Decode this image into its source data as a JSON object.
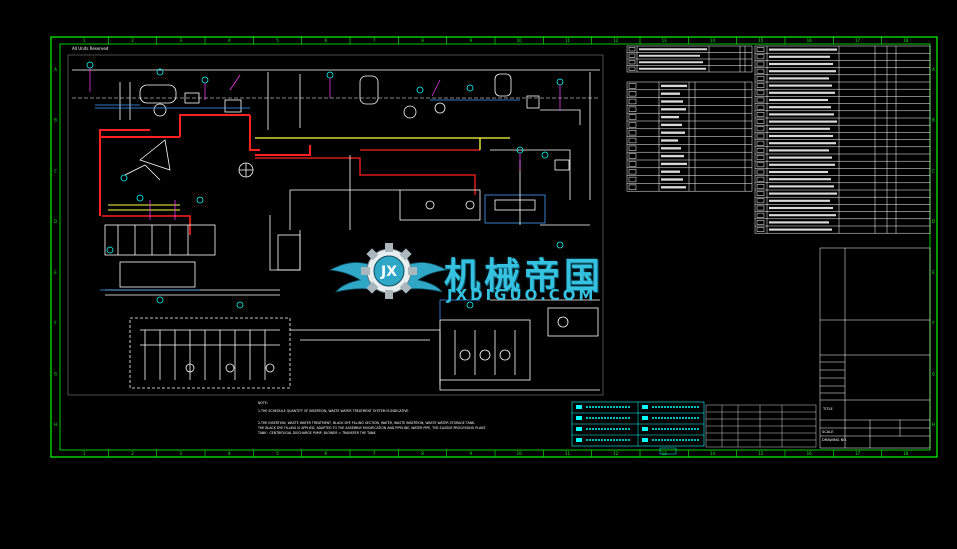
{
  "drawing": {
    "stamp_top_left": "All Units Reserved",
    "frame_color": "#00ff00",
    "pipe_colors": {
      "main": "#ffffff",
      "hot": "#ff2020",
      "warm": "#ffff40",
      "instrument": "#00ffff",
      "signal": "#ff40ff",
      "aux": "#40a0ff"
    },
    "column_numbers": [
      "1",
      "2",
      "3",
      "4",
      "5",
      "6",
      "7",
      "8",
      "9",
      "10",
      "11",
      "12",
      "13",
      "14",
      "15",
      "16",
      "17",
      "18"
    ],
    "row_letters": [
      "A",
      "B",
      "C",
      "D",
      "E",
      "F",
      "G",
      "H"
    ],
    "notes": {
      "heading": "NOTE:",
      "line1": "1.THE SCHEDULE QUANTITY OF INSERTION, WASTE WATER TREATMENT SYSTEM IS INDICATIVE.",
      "line2": "2.THE INSERTION, WASTE WATER TREATMENT, BLACK DYE FILLING SECTION, WATER, WASTE INSERTION, WASTE WATER STORAGE TANK.",
      "line3": "THE BLACK DYE FILLING IS APPLIED, ADAPTED TO THE ASSEMBLY MODIFICATION AND PIPELINE, WATER PIPE, THE SLUDGE PROCESSING PLANT.",
      "line4": "TANK : CENTRIFUGAL DISCHARGE PUMP, BLOWER = TRANSFER THE TANK"
    },
    "title_block": {
      "title_label": "TITLE",
      "drawing_no": "DRAWING NO.",
      "scale_label": "SCALE"
    },
    "watermark": {
      "cn": "机械帝国",
      "en": "JXDIGUO.COM",
      "badge": "JX"
    }
  }
}
